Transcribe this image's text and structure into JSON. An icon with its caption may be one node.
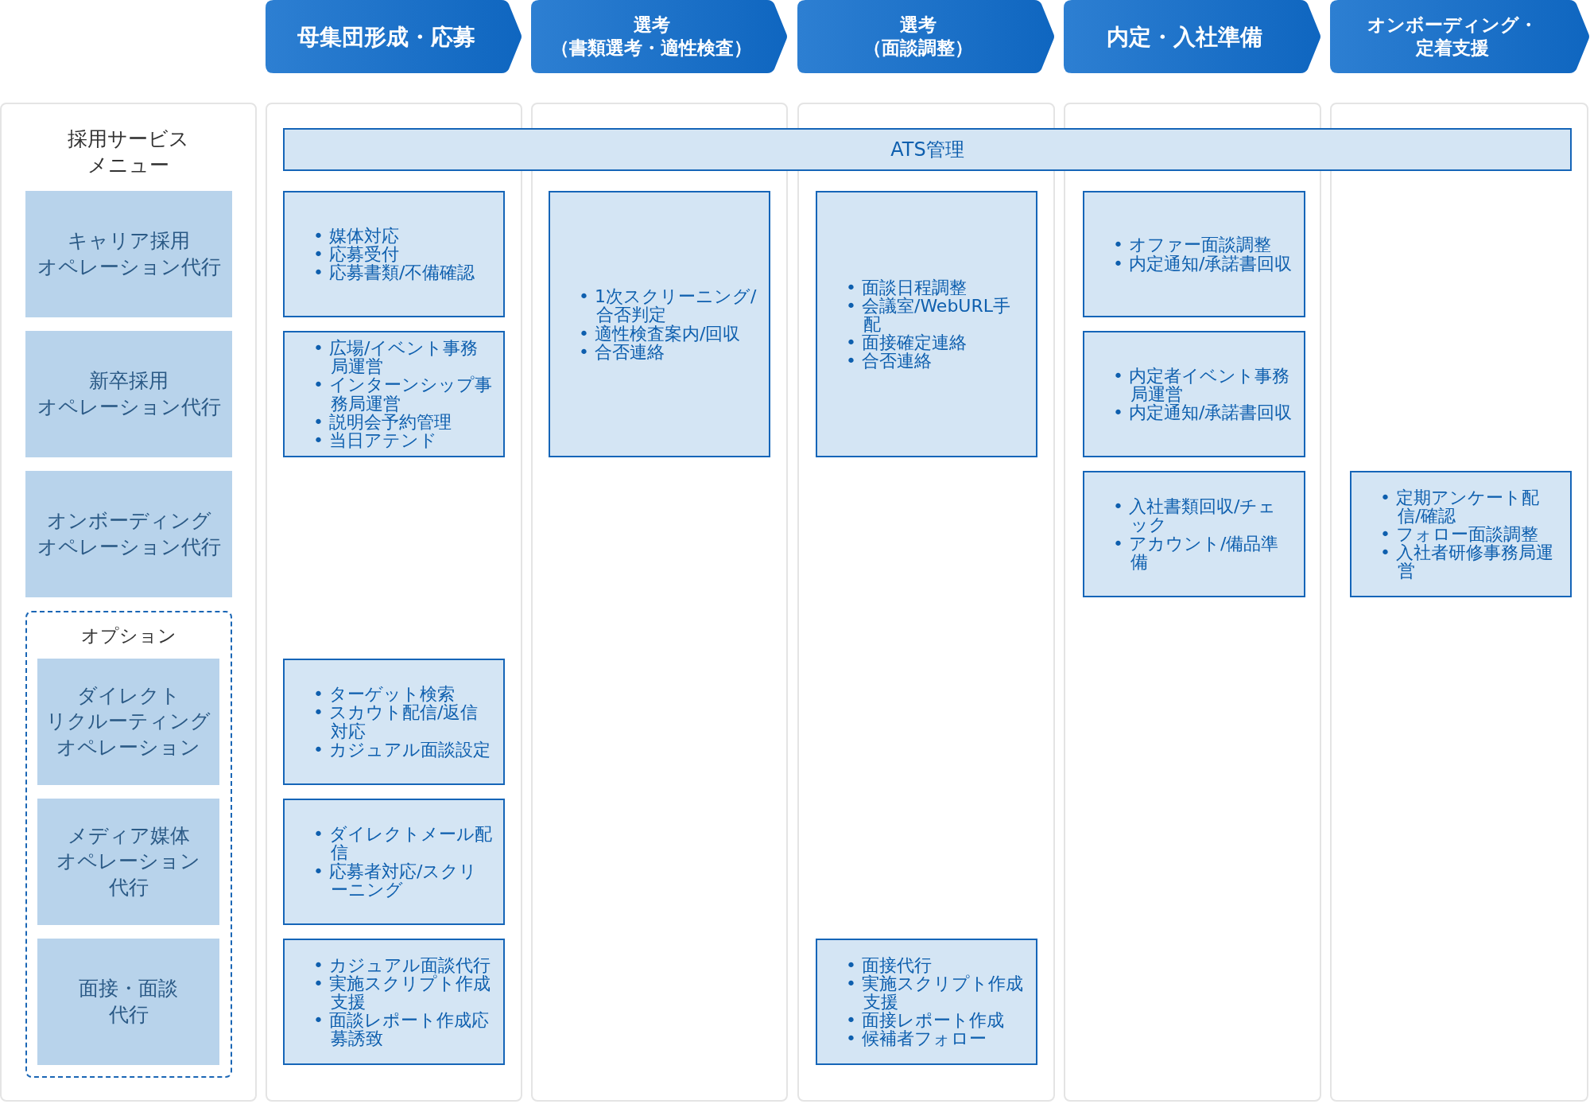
{
  "diagram": {
    "nodes": [
      {
        "text": [
          "母集団形成・応募"
        ]
      },
      {
        "text": [
          "選考（書類選考・適性検査）"
        ]
      },
      {
        "text": [
          "選考（面談調整）"
        ]
      },
      {
        "text": [
          "内定・入社準備"
        ]
      },
      {
        "text": [
          "オンボーディング・定着支援"
        ]
      },
      {
        "text": [
          "採用サービスメニュー"
        ]
      },
      {
        "text": [
          "キャリア採用オペレーション代行"
        ],
        "in": 5
      },
      {
        "text": [
          "新卒採用オペレーション代行"
        ],
        "in": 5
      },
      {
        "text": [
          "オンボーディングオペレーション代行"
        ],
        "in": 5
      },
      {
        "text": [
          "オプション"
        ],
        "in": 5
      },
      {
        "text": [
          "ダイレクトリクルーティングオペレーション"
        ],
        "in": 9
      },
      {
        "text": [
          "メディア媒体オペレーション代行"
        ],
        "in": 9
      },
      {
        "text": [
          "面接・面談代行"
        ],
        "in": 9
      },
      {
        "text": [
          "ATS管理"
        ]
      },
      {
        "text": [
          "• 媒体対応",
          "• 応募受付",
          "• 応募書類/不備確認"
        ]
      },
      {
        "text": [
          "• 1次スクリーニング/合否判定",
          "• 適性検査案内/回収",
          "• 合否連絡"
        ]
      },
      {
        "text": [
          "• 面談日程調整",
          "• 会議室/WebURL手配",
          "• 面接確定連絡",
          "• 合否連絡"
        ]
      },
      {
        "text": [
          "• オファー面談調整",
          "• 内定通知/承諾書回収"
        ]
      },
      {
        "text": [
          "• 広場/イベント事務局運営",
          "• インターンシップ事務局運営",
          "• 説明会予約管理",
          "• 当日アテンド"
        ]
      },
      {
        "text": [
          "• 内定者イベント事務局運営",
          "• 内定通知/承諾書回収"
        ]
      },
      {
        "text": [
          "• 入社書類回収/チェック",
          "• アカウント/備品準備"
        ]
      },
      {
        "text": [
          "• 定期アンケート配信/確認",
          "• フォロー面談調整",
          "• 入社者研修事務局運営"
        ]
      },
      {
        "text": [
          "• ターゲット検索",
          "• スカウト配信/返信対応",
          "• カジュアル面談設定"
        ]
      },
      {
        "text": [
          "• ダイレクトメール配信",
          "• 応募者対応/スクリーニング"
        ]
      },
      {
        "text": [
          "• カジュアル面談代行",
          "• 実施スクリプト作成支援",
          "• 面談レポート作成応募誘致"
        ]
      },
      {
        "text": [
          "• 面接代行",
          "• 実施スクリプト作成支援",
          "• 面接レポート作成",
          "• 候補者フォロー"
        ]
      }
    ]
  }
}
